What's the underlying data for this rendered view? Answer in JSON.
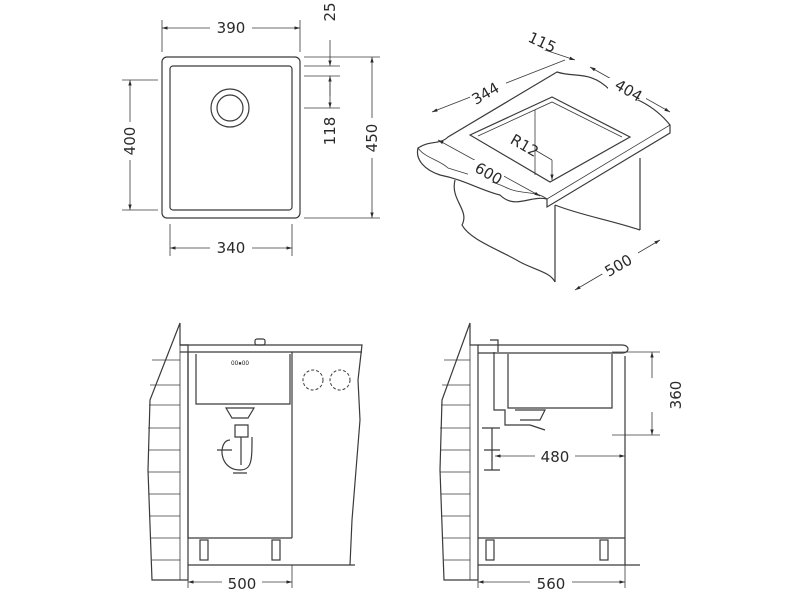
{
  "top_view": {
    "width_outer": "390",
    "height_inner": "400",
    "width_inner": "340",
    "height_outer": "450",
    "rim": "25",
    "drain_offset": "118"
  },
  "iso_view": {
    "d115": "115",
    "d344": "344",
    "d404": "404",
    "radius": "R12",
    "d600": "600",
    "d500": "500"
  },
  "front_view": {
    "cabinet_width": "500"
  },
  "side_view": {
    "bowl_depth": "360",
    "bowl_offset": "480",
    "cabinet_depth": "560"
  }
}
